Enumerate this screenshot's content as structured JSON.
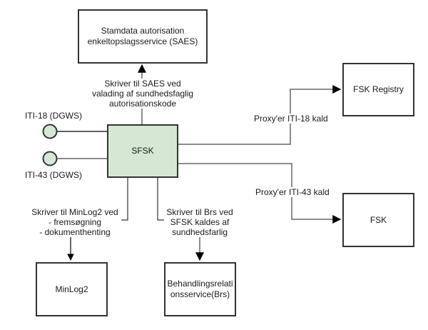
{
  "colors": {
    "sfsk_fill": "#d5e8d4",
    "endpoint_fill": "#d5e8d4",
    "border": "#333333",
    "connector": "#666666",
    "connector_dark": "#000000"
  },
  "nodes": {
    "saes": {
      "line1": "Stamdata autorisation",
      "line2": "enkeltopslagsservice (SAES)"
    },
    "sfsk": {
      "label": "SFSK"
    },
    "fsk_registry": {
      "label": "FSK Registry"
    },
    "fsk": {
      "label": "FSK"
    },
    "minlog2": {
      "label": "MinLog2"
    },
    "brs": {
      "line1": "Behandlingsrelati",
      "line2": "onsservice(Brs)"
    }
  },
  "endpoints": {
    "iti18": {
      "label": "ITI-18 (DGWS)"
    },
    "iti43": {
      "label": "ITI-43 (DGWS)"
    }
  },
  "edges": {
    "to_saes": {
      "line1": "Skriver til SAES ved",
      "line2": "valading af sundhedsfaglig",
      "line3": "autorisationskode"
    },
    "to_fsk_registry": {
      "label": "Proxy'er ITI-18 kald"
    },
    "to_fsk": {
      "label": "Proxy'er ITI-43 kald"
    },
    "to_minlog2": {
      "line1": "Skriver til MinLog2 ved",
      "line2": "- fremsøgning",
      "line3": "- dokumenthenting"
    },
    "to_brs": {
      "line1": "Skriver til Brs ved",
      "line2": "SFSK kaldes af",
      "line3": "sundhedsfarlig"
    }
  }
}
